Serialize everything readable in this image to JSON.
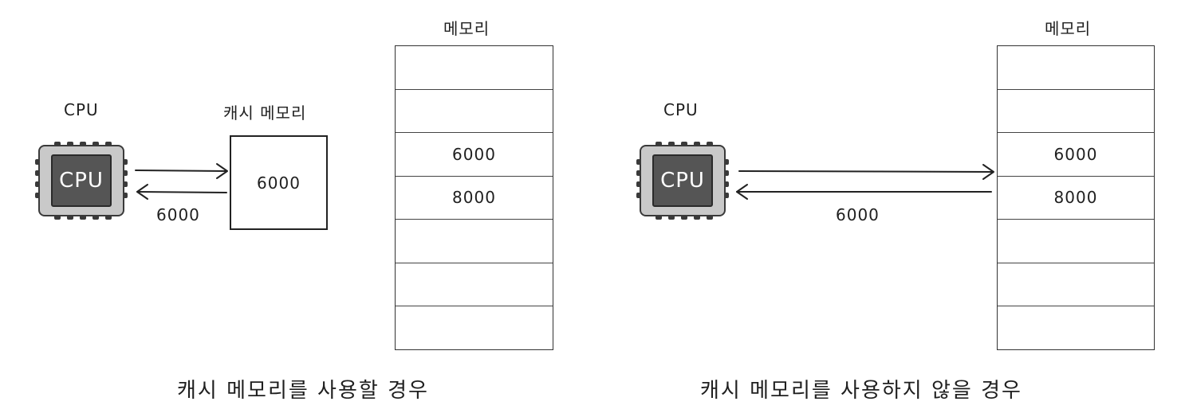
{
  "left": {
    "cpu_title": "CPU",
    "cpu_chip_label": "CPU",
    "cache_title": "캐시 메모리",
    "cache_value": "6000",
    "memory_title": "메모리",
    "memory_cells": [
      "",
      "",
      "6000",
      "8000",
      "",
      "",
      ""
    ],
    "return_value": "6000",
    "caption": "캐시 메모리를 사용할 경우"
  },
  "right": {
    "cpu_title": "CPU",
    "cpu_chip_label": "CPU",
    "memory_title": "메모리",
    "memory_cells": [
      "",
      "",
      "6000",
      "8000",
      "",
      "",
      ""
    ],
    "return_value": "6000",
    "caption": "캐시 메모리를 사용하지 않을 경우"
  }
}
